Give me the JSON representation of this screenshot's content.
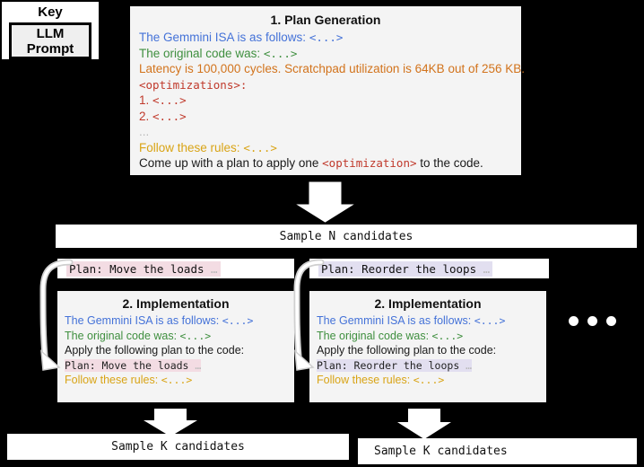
{
  "key": {
    "title": "Key",
    "inner_line1": "LLM",
    "inner_line2": "Prompt"
  },
  "stage1": {
    "title": "1. Plan Generation",
    "lines": {
      "isa": "The Gemmini ISA is as follows: ",
      "isa_tag": "<...>",
      "code": "The original code was: ",
      "code_tag": "<...>",
      "latency": "Latency is 100,000 cycles. Scratchpad utilization is 64KB out of 256 KB.",
      "optimizations_tag": "<optimizations>:",
      "item1_num": "1. ",
      "item1_tag": "<...>",
      "item2_num": "2. ",
      "item2_tag": "<...>",
      "ellipsis": "...",
      "rules": "Follow these rules: ",
      "rules_tag": "<...>",
      "final_a": "Come up with a plan to apply one ",
      "final_tag": "<optimization>",
      "final_b": " to the code."
    }
  },
  "sample_n": {
    "label": "Sample N candidates"
  },
  "plans": [
    {
      "text": "Plan: Move the loads ",
      "dots": "…",
      "accent": "#f3dce3"
    },
    {
      "text": "Plan: Reorder the loops ",
      "dots": "…",
      "accent": "#e2dff0"
    }
  ],
  "stage2_left": {
    "title": "2. Implementation",
    "lines": {
      "isa": "The Gemmini ISA is as follows: ",
      "isa_tag": "<...>",
      "code": "The original code was: ",
      "code_tag": "<...>",
      "apply": "Apply the following plan to the code:",
      "plan": "Plan: Move the loads ",
      "plan_dots": "…",
      "rules": "Follow these rules: ",
      "rules_tag": "<...>"
    }
  },
  "stage2_right": {
    "title": "2. Implementation",
    "lines": {
      "isa": "The Gemmini ISA is as follows: ",
      "isa_tag": "<...>",
      "code": "The original code was: ",
      "code_tag": "<...>",
      "apply": "Apply the following plan to the code:",
      "plan": "Plan: Reorder the loops ",
      "plan_dots": "…",
      "rules": "Follow these rules: ",
      "rules_tag": "<...>"
    }
  },
  "sample_k_left": {
    "label": "Sample K candidates"
  },
  "sample_k_right": {
    "label": "Sample K candidates"
  },
  "colors": {
    "isa_blue": "#4472d8",
    "code_green": "#3f8f3f",
    "latency_orange": "#d2731c",
    "optimization_red": "#c0392b",
    "rules_gold": "#d9a416",
    "plain_text": "#1a1a1a",
    "background": "#000000",
    "panel_fill": "#f4f4f4",
    "highlight_pink": "#f3dce3",
    "highlight_purple": "#e2dff0"
  }
}
